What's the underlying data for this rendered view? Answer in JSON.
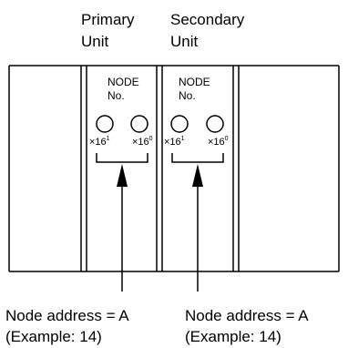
{
  "units": [
    {
      "header_line1": "Primary",
      "header_line2": "Unit",
      "node_label_line1": "NODE",
      "node_label_line2": "No.",
      "dial_left": {
        "base": "×16",
        "exp": "1"
      },
      "dial_right": {
        "base": "×16",
        "exp": "0"
      },
      "caption_line1": "Node address = A",
      "caption_line2": "(Example: 14)"
    },
    {
      "header_line1": "Secondary",
      "header_line2": "Unit",
      "node_label_line1": "NODE",
      "node_label_line2": "No.",
      "dial_left": {
        "base": "×16",
        "exp": "1"
      },
      "dial_right": {
        "base": "×16",
        "exp": "0"
      },
      "caption_line1": "Node address = A",
      "caption_line2": "(Example: 14)"
    }
  ]
}
